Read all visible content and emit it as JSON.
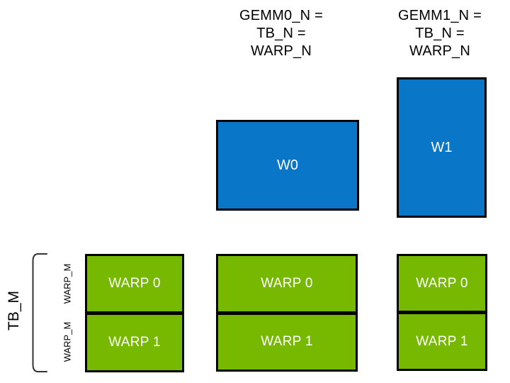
{
  "diagram": {
    "header_labels": {
      "gemm0": {
        "line1": "GEMM0_N =",
        "line2": "TB_N =",
        "line3": "WARP_N"
      },
      "gemm1": {
        "line1": "GEMM1_N =",
        "line2": "TB_N =",
        "line3": "WARP_N"
      }
    },
    "accumulator_tiles": {
      "w0": "W0",
      "w1": "W1"
    },
    "warp_columns": [
      {
        "cells": [
          "WARP 0",
          "WARP 1"
        ]
      },
      {
        "cells": [
          "WARP 0",
          "WARP 1"
        ]
      },
      {
        "cells": [
          "WARP 0",
          "WARP 1"
        ]
      }
    ],
    "left_axis": {
      "tb_label": "TB_M",
      "warp_row_labels": [
        "WARP_M",
        "WARP_M"
      ]
    },
    "colors": {
      "nvidia_green": "#76B900",
      "blue": "#0A76C8",
      "box_border": "#000000",
      "text_on_fill": "#FFFFFF",
      "label_text": "#000000"
    }
  }
}
